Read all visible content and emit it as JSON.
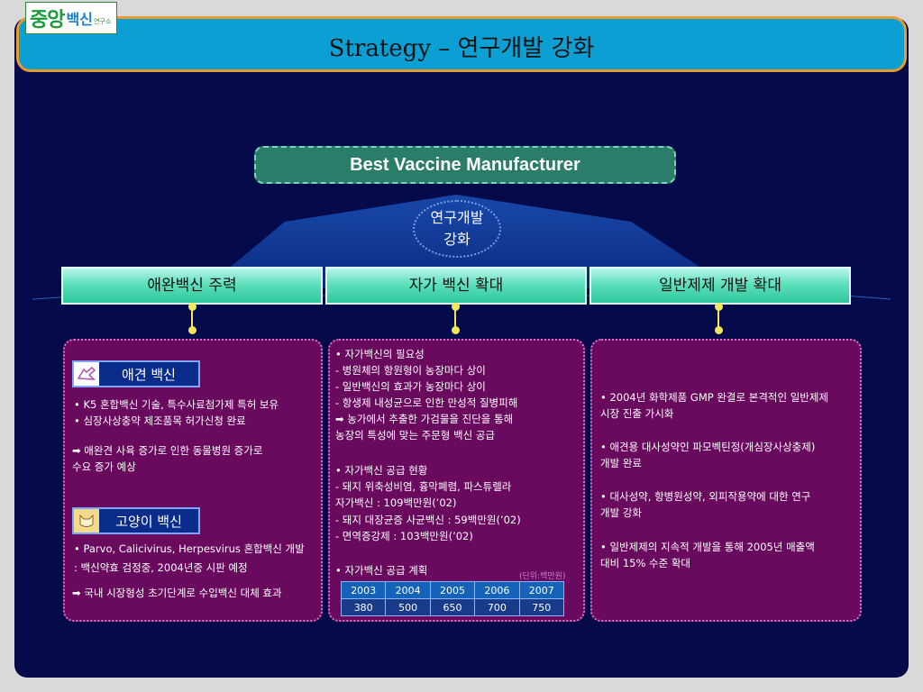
{
  "logo": {
    "text_main": "중앙",
    "text_sub": "백신",
    "text_small": "연구소"
  },
  "title": "Strategy – 연구개발 강화",
  "best_label": "Best Vaccine Manufacturer",
  "center": {
    "line1": "연구개발",
    "line2": "강화"
  },
  "pillars": [
    "애완백신 주력",
    "자가 백신 확대",
    "일반제제 개발 확대"
  ],
  "left": {
    "dog_tag": "애견 백신",
    "dog_lines": [
      "• K5 혼합백신 기술, 특수사료첨가제 특허 보유",
      "• 심장사상충약 제조품목 허가신청 완료"
    ],
    "dog_arrow": [
      "➡ 애완견 사육 증가로 인한 동물병원 증가로",
      "    수요 증가 예상"
    ],
    "cat_tag": "고양이 백신",
    "cat_lines": [
      "• Parvo, Calicivirus, Herpesvirus 혼합백신 개발",
      "  : 백신약효 검정중, 2004년중 시판 예정"
    ],
    "cat_arrow": "➡ 국내 시장형성 초기단계로 수입백신 대체 효과"
  },
  "middle": {
    "lines": [
      "• 자가백신의 필요성",
      "  - 병원체의 항원형이 농장마다 상이",
      "  - 일반백신의 효과가 농장마다 상이",
      "  - 항생제 내성균으로 인한 만성적 질병피해",
      "   ➡ 농가에서 추출한 가검물을 진단을 통해",
      "      농장의 특성에 맞는 주문형 백신 공급",
      "",
      "• 자가백신 공급 현황",
      "  - 돼지 위축성비염, 흉막폐렴, 파스튜렐라",
      "     자가백신 : 109백만원(’02)",
      "  - 돼지 대장균증 사균백신 : 59백만원(’02)",
      "  - 면역증강제 : 103백만원(’02)",
      "",
      "• 자가백신 공급 계획"
    ],
    "unit": "(단위:백만원)",
    "table": {
      "years": [
        "2003",
        "2004",
        "2005",
        "2006",
        "2007"
      ],
      "values": [
        "380",
        "500",
        "650",
        "700",
        "750"
      ]
    }
  },
  "right": {
    "items": [
      [
        "• 2004년 화학제품 GMP 완결로 본격적인 일반제제",
        "  시장 진출 가시화"
      ],
      [
        "• 애견용 대사성약인 파모벡틴정(개심장사상충제)",
        "  개발 완료"
      ],
      [
        "• 대사성약, 항병원성약, 외피작용약에 대한 연구",
        "  개발 강화"
      ],
      [
        "• 일반제제의 지속적 개발을 통해 2005년 매출액",
        "  대비 15% 수준 확대"
      ]
    ]
  }
}
